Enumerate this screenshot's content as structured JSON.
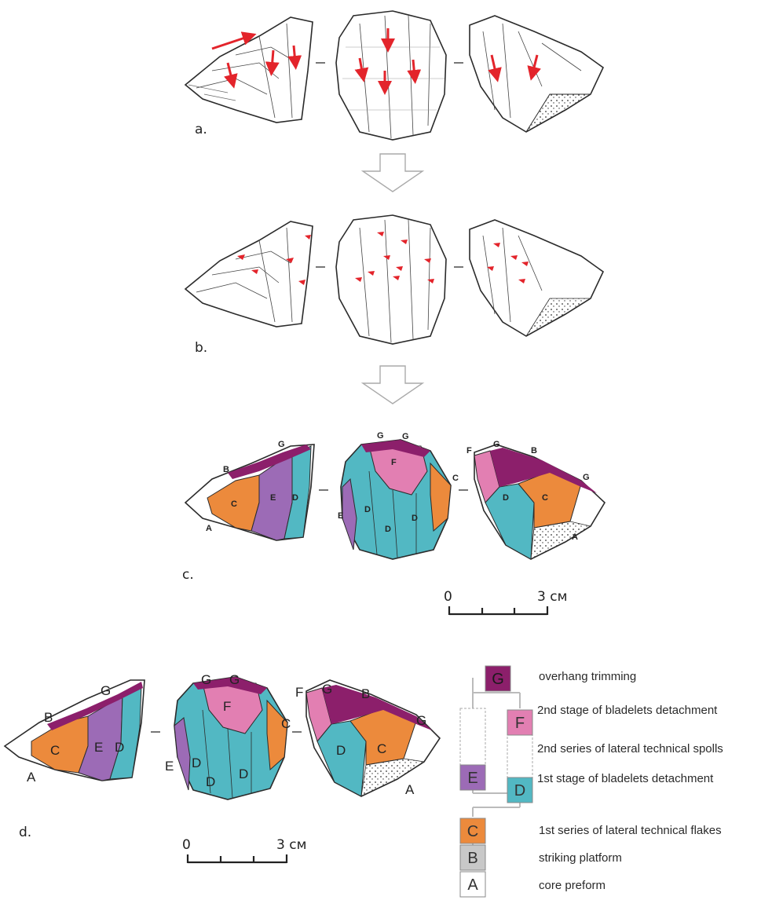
{
  "panels": {
    "a": "a.",
    "b": "b.",
    "c": "c.",
    "d": "d."
  },
  "scale_bars": [
    {
      "start": "0",
      "end": "3 см"
    },
    {
      "start": "0",
      "end": "3 см"
    }
  ],
  "scar_labels": [
    "A",
    "B",
    "C",
    "D",
    "E",
    "F",
    "G"
  ],
  "legend": [
    {
      "code": "G",
      "label": "overhang trimming",
      "color": "#8c1f6b"
    },
    {
      "code": "F",
      "label": "2nd stage of bladelets detachment",
      "color": "#e27fb2"
    },
    {
      "code": "E",
      "label": "2nd series of lateral technical spolls",
      "color": "#9c6bb6"
    },
    {
      "code": "D",
      "label": "1st stage of bladelets detachment",
      "color": "#52b8c3"
    },
    {
      "code": "C",
      "label": "1st series of lateral technical flakes",
      "color": "#ec8a3c"
    },
    {
      "code": "B",
      "label": "striking platform",
      "color": "#c8c8c8"
    },
    {
      "code": "A",
      "label": "core preform",
      "color": "#ffffff"
    }
  ],
  "colors": {
    "arrow": "#e3242b",
    "outline": "#2b2b2b",
    "stage_arrow": "#aaaaaa"
  }
}
